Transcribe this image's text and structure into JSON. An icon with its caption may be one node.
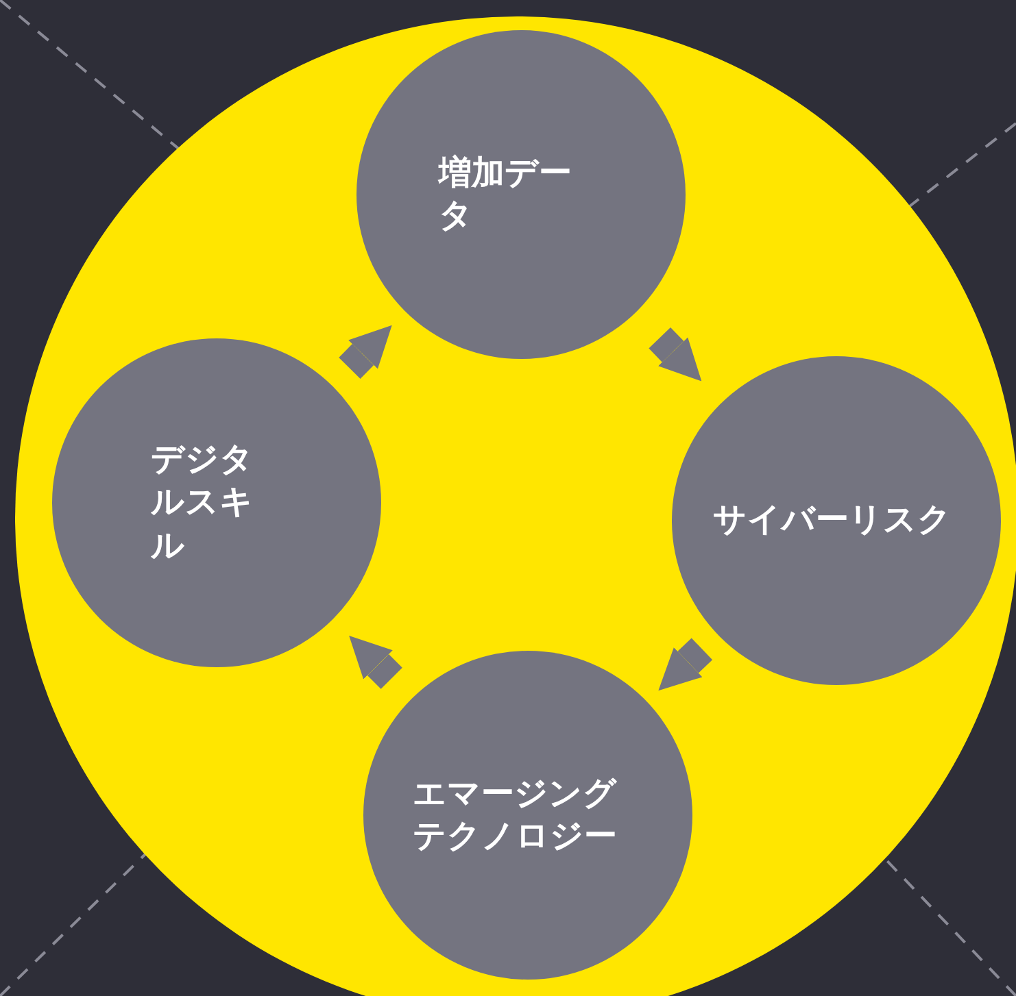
{
  "diagram": {
    "nodes": [
      {
        "text": [
          "増加データ"
        ]
      },
      {
        "text": [
          "サイバーリスク"
        ]
      },
      {
        "text": [
          "エマージングテクノロジー"
        ]
      },
      {
        "text": [
          "デジタルスキル"
        ]
      }
    ],
    "edges": [
      {
        "from": 0,
        "to": 1,
        "arrow": "to"
      },
      {
        "from": 1,
        "to": 2,
        "arrow": "to"
      },
      {
        "from": 2,
        "to": 3,
        "arrow": "to"
      },
      {
        "from": 3,
        "to": 0,
        "arrow": "to"
      }
    ]
  }
}
